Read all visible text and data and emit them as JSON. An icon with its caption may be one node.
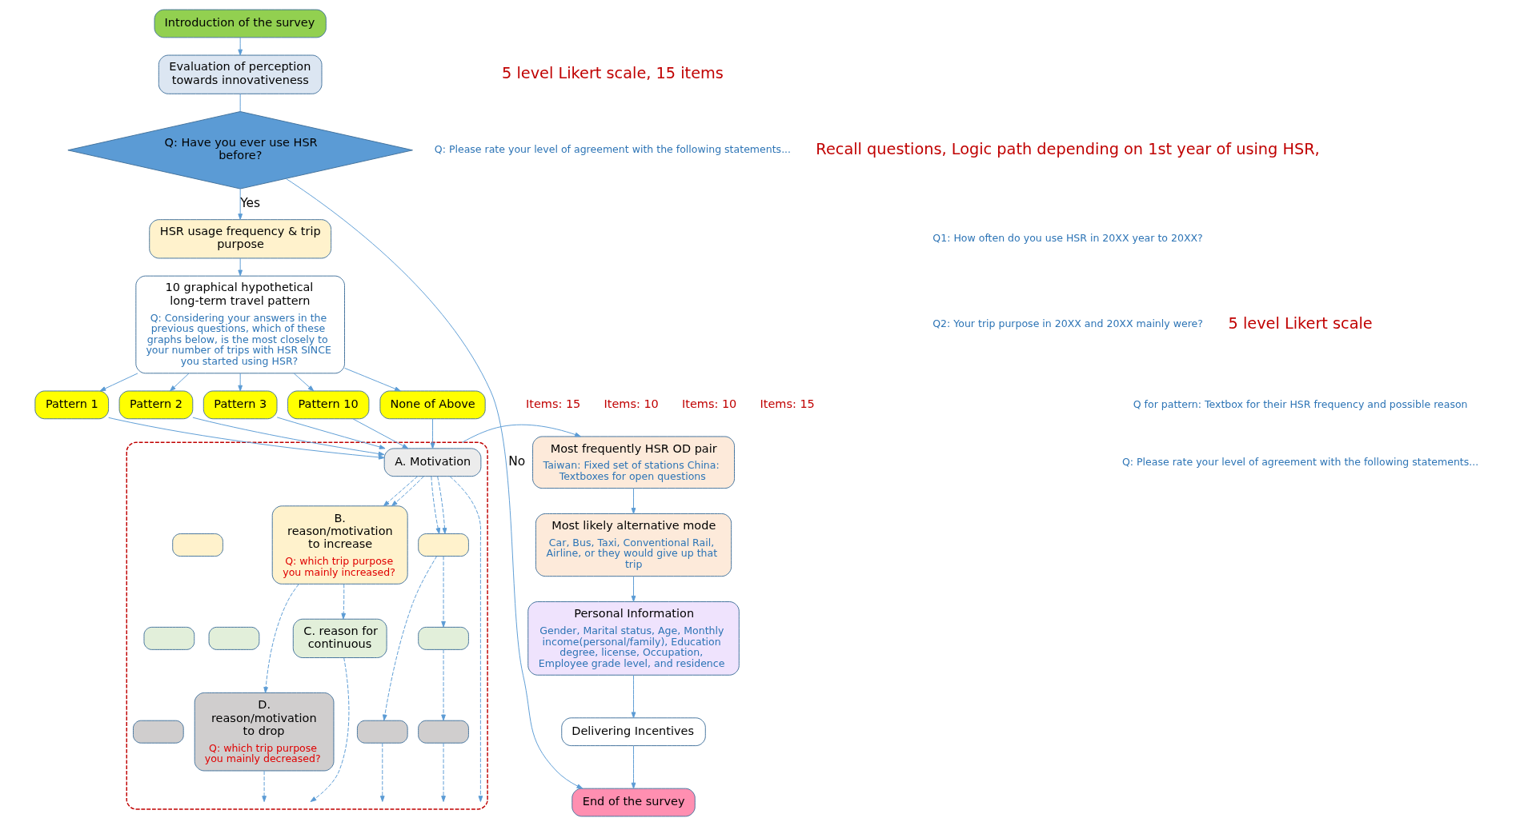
{
  "diagram": {
    "nodes": [
      {
        "text": [
          "Introduction of the survey"
        ]
      },
      {
        "text": [
          "Evaluation of perception towards innovativeness"
        ]
      },
      {
        "text": [
          "Q: Have you ever use HSR before?"
        ]
      },
      {
        "text": [
          "HSR usage frequency & trip purpose"
        ]
      },
      {
        "text": [
          "10 graphical hypothetical long-term travel pattern",
          "Q: Considering your answers in the previous questions, which of these graphs below, is the most closely to your number of trips with HSR SINCE you started using HSR?"
        ]
      },
      {
        "text": [
          "Pattern 1"
        ]
      },
      {
        "text": [
          "Pattern 2"
        ]
      },
      {
        "text": [
          "Pattern 3"
        ]
      },
      {
        "text": [
          "Pattern 10"
        ]
      },
      {
        "text": [
          "None of Above"
        ]
      },
      {
        "text": [],
        "shape": "box"
      },
      {
        "text": [
          "A. Motivation"
        ],
        "in": 10
      },
      {
        "text": [
          "B. reason/motivation to increase",
          "Q: which trip purpose you mainly increased?"
        ],
        "in": 10
      },
      {
        "text": [],
        "shape": "box",
        "in": 10
      },
      {
        "text": [],
        "shape": "box",
        "in": 10
      },
      {
        "text": [
          "C. reason for continuous"
        ],
        "in": 10
      },
      {
        "text": [],
        "shape": "box",
        "in": 10
      },
      {
        "text": [],
        "shape": "box",
        "in": 10
      },
      {
        "text": [],
        "shape": "box",
        "in": 10
      },
      {
        "text": [
          "D. reason/motivation to drop",
          "Q: which trip purpose you mainly decreased?"
        ],
        "in": 10
      },
      {
        "text": [],
        "shape": "box",
        "in": 10
      },
      {
        "text": [],
        "shape": "box",
        "in": 10
      },
      {
        "text": [],
        "shape": "box",
        "in": 10
      },
      {
        "text": [
          "Most frequently HSR OD pair",
          "Taiwan: Fixed set of stations China: Textboxes for open questions"
        ]
      },
      {
        "text": [
          "Most likely alternative mode",
          "Car, Bus, Taxi, Conventional Rail, Airline, or they would give up that trip"
        ]
      },
      {
        "text": [
          "Personal Information",
          "Gender, Marital status, Age, Monthly income(personal/family), Education degree, license, Occupation, Employee grade level, and residence"
        ]
      },
      {
        "text": [
          "Delivering Incentives"
        ]
      },
      {
        "text": [
          "End of the survey"
        ]
      }
    ],
    "edges": [
      {
        "from": 0,
        "to": 1,
        "arrow": "to"
      },
      {
        "from": 1,
        "to": 2,
        "arrow": "none"
      },
      {
        "from": 2,
        "to": 3,
        "arrow": "to",
        "label": "Yes"
      },
      {
        "from": 2,
        "to": 27,
        "arrow": "to",
        "label": "No"
      },
      {
        "from": 3,
        "to": 4,
        "arrow": "to"
      },
      {
        "from": 4,
        "to": 5,
        "arrow": "to"
      },
      {
        "from": 4,
        "to": 6,
        "arrow": "to"
      },
      {
        "from": 4,
        "to": 7,
        "arrow": "to"
      },
      {
        "from": 4,
        "to": 8,
        "arrow": "to"
      },
      {
        "from": 4,
        "to": 9,
        "arrow": "to"
      },
      {
        "from": 5,
        "to": 11,
        "arrow": "to"
      },
      {
        "from": 6,
        "to": 11,
        "arrow": "to"
      },
      {
        "from": 7,
        "to": 11,
        "arrow": "to"
      },
      {
        "from": 8,
        "to": 11,
        "arrow": "to"
      },
      {
        "from": 9,
        "to": 11,
        "arrow": "to"
      },
      {
        "from": 11,
        "to": 12,
        "arrow": "to",
        "style": "dashed"
      },
      {
        "from": 12,
        "to": 15,
        "arrow": "to",
        "style": "dashed"
      },
      {
        "from": 15,
        "to": 10,
        "arrow": "to",
        "style": "dashed"
      },
      {
        "from": 11,
        "to": 12,
        "arrow": "to",
        "style": "dashed"
      },
      {
        "from": 12,
        "to": 19,
        "arrow": "to",
        "style": "dashed"
      },
      {
        "from": 19,
        "to": 10,
        "arrow": "to",
        "style": "dashed"
      },
      {
        "from": 11,
        "to": 10,
        "arrow": "to",
        "style": "dashed"
      },
      {
        "from": 11,
        "to": 14,
        "arrow": "to",
        "style": "dashed"
      },
      {
        "from": 14,
        "to": 21,
        "arrow": "to",
        "style": "dashed"
      },
      {
        "from": 21,
        "to": 10,
        "arrow": "to",
        "style": "dashed"
      },
      {
        "from": 11,
        "to": 14,
        "arrow": "to",
        "style": "dashed"
      },
      {
        "from": 14,
        "to": 18,
        "arrow": "to",
        "style": "dashed"
      },
      {
        "from": 18,
        "to": 22,
        "arrow": "to",
        "style": "dashed"
      },
      {
        "from": 22,
        "to": 10,
        "arrow": "to",
        "style": "dashed"
      },
      {
        "from": 10,
        "to": 23,
        "arrow": "to"
      },
      {
        "from": 23,
        "to": 24,
        "arrow": "to"
      },
      {
        "from": 24,
        "to": 25,
        "arrow": "to"
      },
      {
        "from": 25,
        "to": 26,
        "arrow": "to"
      },
      {
        "from": 26,
        "to": 27,
        "arrow": "to"
      }
    ],
    "labels": [
      "5 level Likert scale, 15 items",
      "Q: Please rate your level of agreement with the following statements...",
      "Recall questions, Logic path depending on 1st year of using HSR,",
      "Q1: How often do you use HSR in 20XX year to 20XX?",
      "Q2: Your trip purpose in 20XX and 20XX mainly were?",
      "5 level Likert scale",
      "Q for pattern: Textbox for their HSR frequency and possible reason",
      "Q: Please rate your level of agreement with the following statements...",
      "Items: 15",
      "Items: 10",
      "Items: 10",
      "Items: 15"
    ]
  }
}
